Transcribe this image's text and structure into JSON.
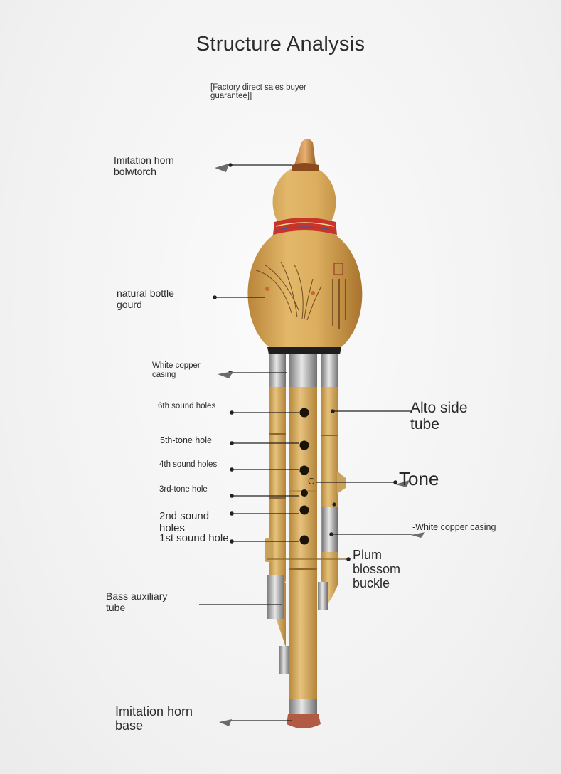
{
  "title": "Structure Analysis",
  "subtitle": "[Factory direct sales buyer guarantee]]",
  "labels": {
    "horn_bolwtorch": "Imitation horn bolwtorch",
    "bottle_gourd": "natural bottle gourd",
    "copper_casing_top": "White copper casing",
    "hole6": "6th sound holes",
    "hole5": "5th-tone hole",
    "hole4": "4th sound holes",
    "hole3": "3rd-tone hole",
    "hole2": "2nd sound holes",
    "hole1": "1st sound hole",
    "bass_tube": "Bass auxiliary tube",
    "horn_base": "Imitation horn base",
    "alto_tube": "Alto side tube",
    "tone": "Tone",
    "tone_glyph": "C",
    "copper_casing_side": "-White copper casing",
    "plum_buckle": "Plum blossom buckle"
  },
  "colors": {
    "gourd": "#d9a95a",
    "bamboo": "#dbb56d",
    "copper": "#b8b8b8",
    "ribbon": "#c8342a",
    "leader": "#222222"
  }
}
